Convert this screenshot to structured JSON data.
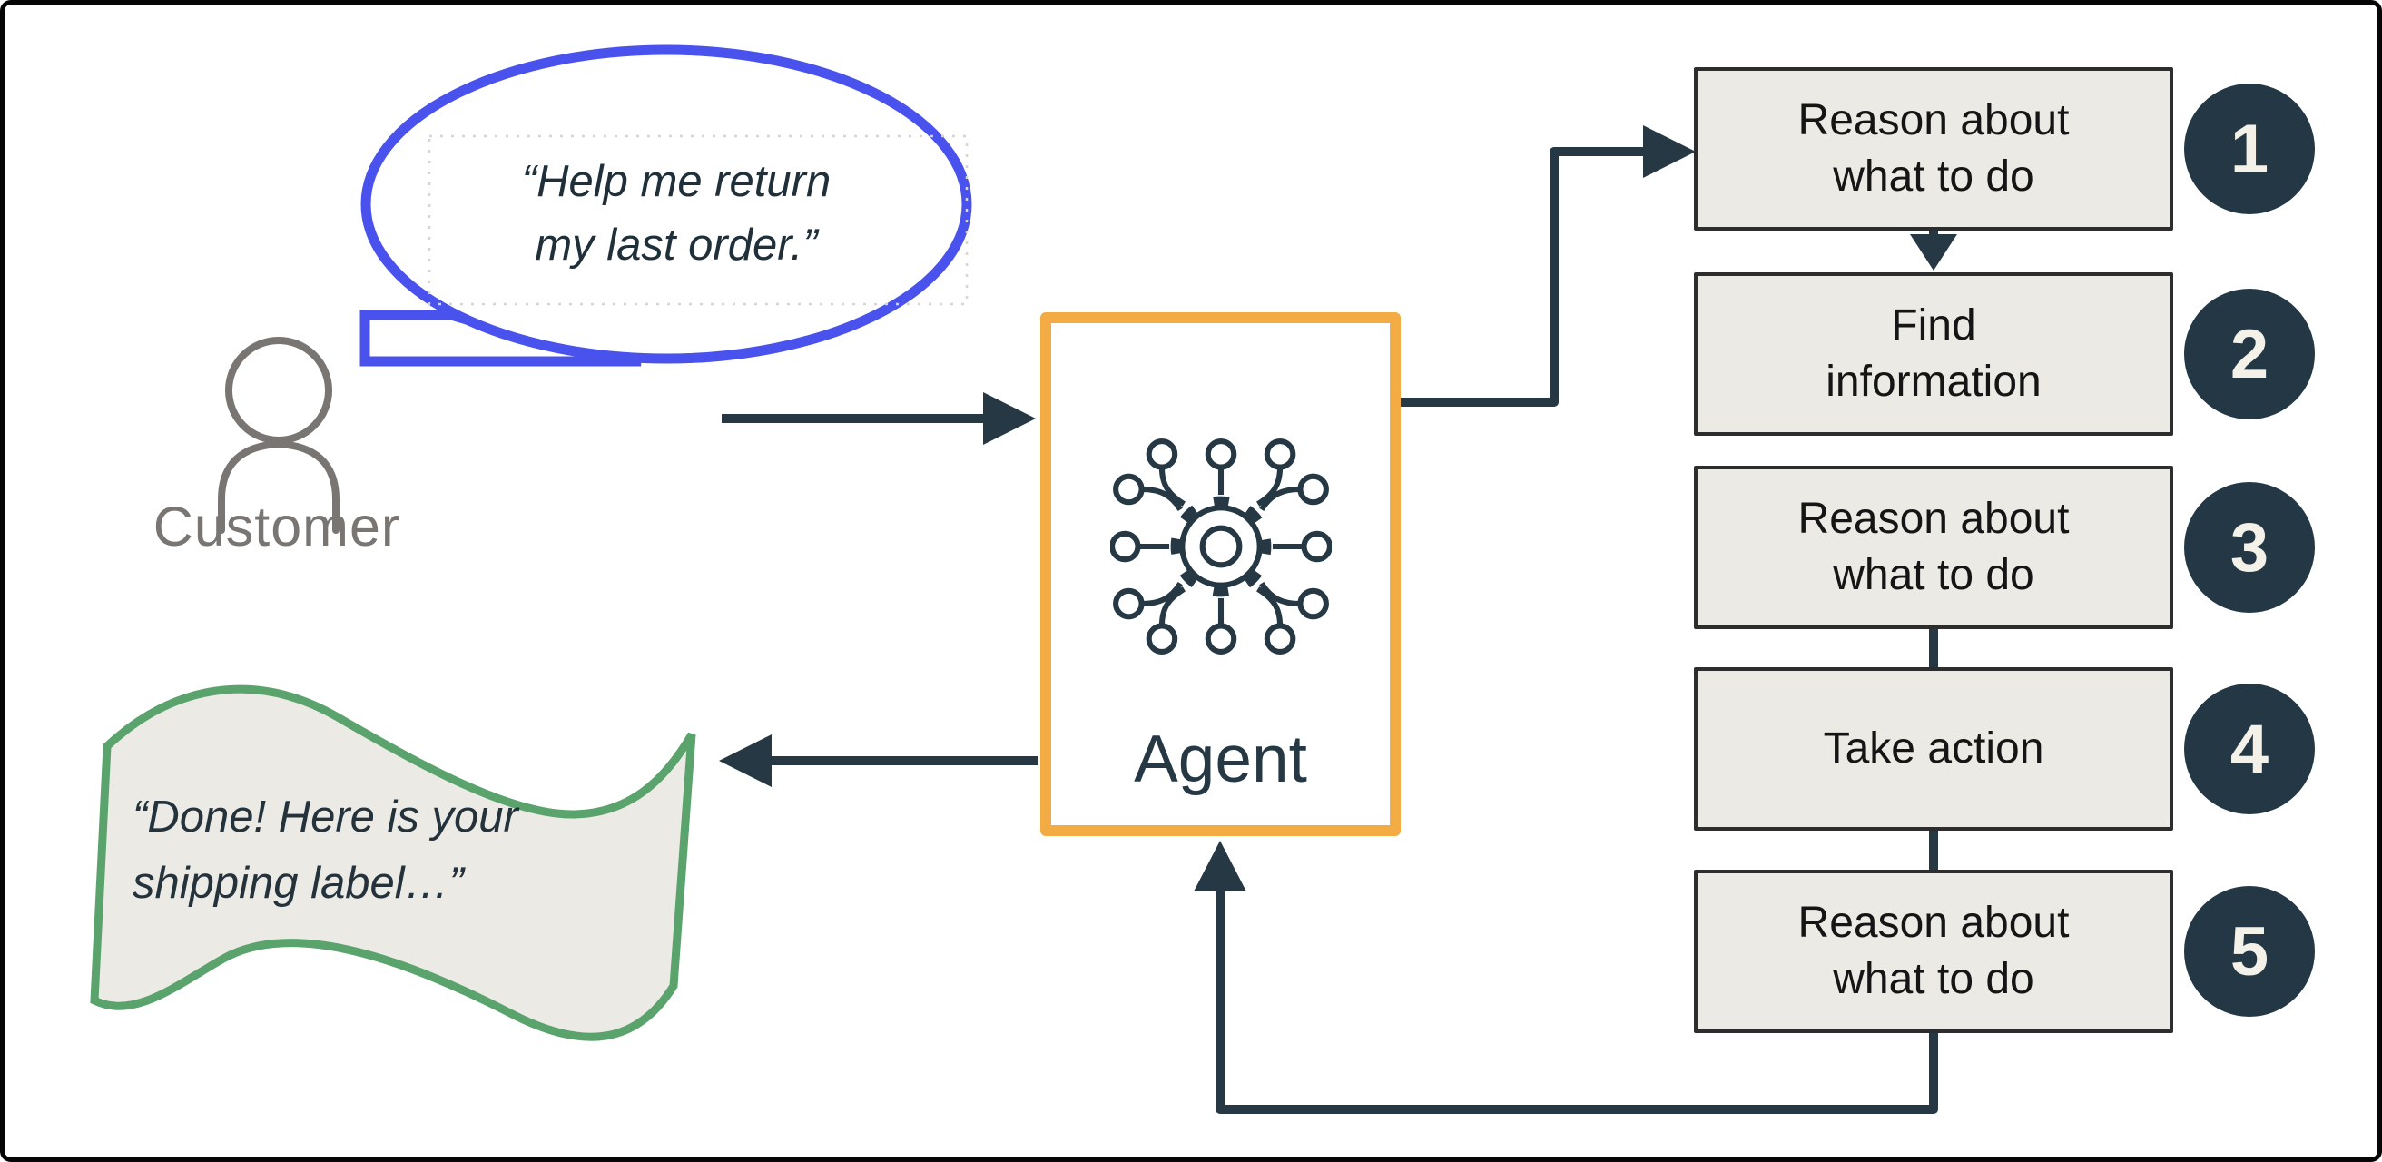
{
  "colors": {
    "slate": "#253844",
    "box_fill": "#EBEAE5",
    "step_border": "#2D2D2D",
    "step_text": "#151515",
    "badge_fill": "#233745",
    "badge_text": "#F4F1E9",
    "agent_border": "#F3AC44",
    "bubble_stroke": "#4A52EE",
    "banner_stroke": "#5AA36D",
    "customer_gray": "#787573",
    "dotted": "#D8D5CF"
  },
  "customer": {
    "label": "Customer",
    "bubble_text": "“Help me return\nmy last order.”"
  },
  "agent": {
    "label": "Agent"
  },
  "response": {
    "banner_text": "“Done! Here is your\nshipping label…”"
  },
  "steps": [
    {
      "number": "1",
      "label": "Reason about\nwhat to do"
    },
    {
      "number": "2",
      "label": "Find\ninformation"
    },
    {
      "number": "3",
      "label": "Reason about\nwhat to do"
    },
    {
      "number": "4",
      "label": "Take action"
    },
    {
      "number": "5",
      "label": "Reason about\nwhat to do"
    }
  ]
}
